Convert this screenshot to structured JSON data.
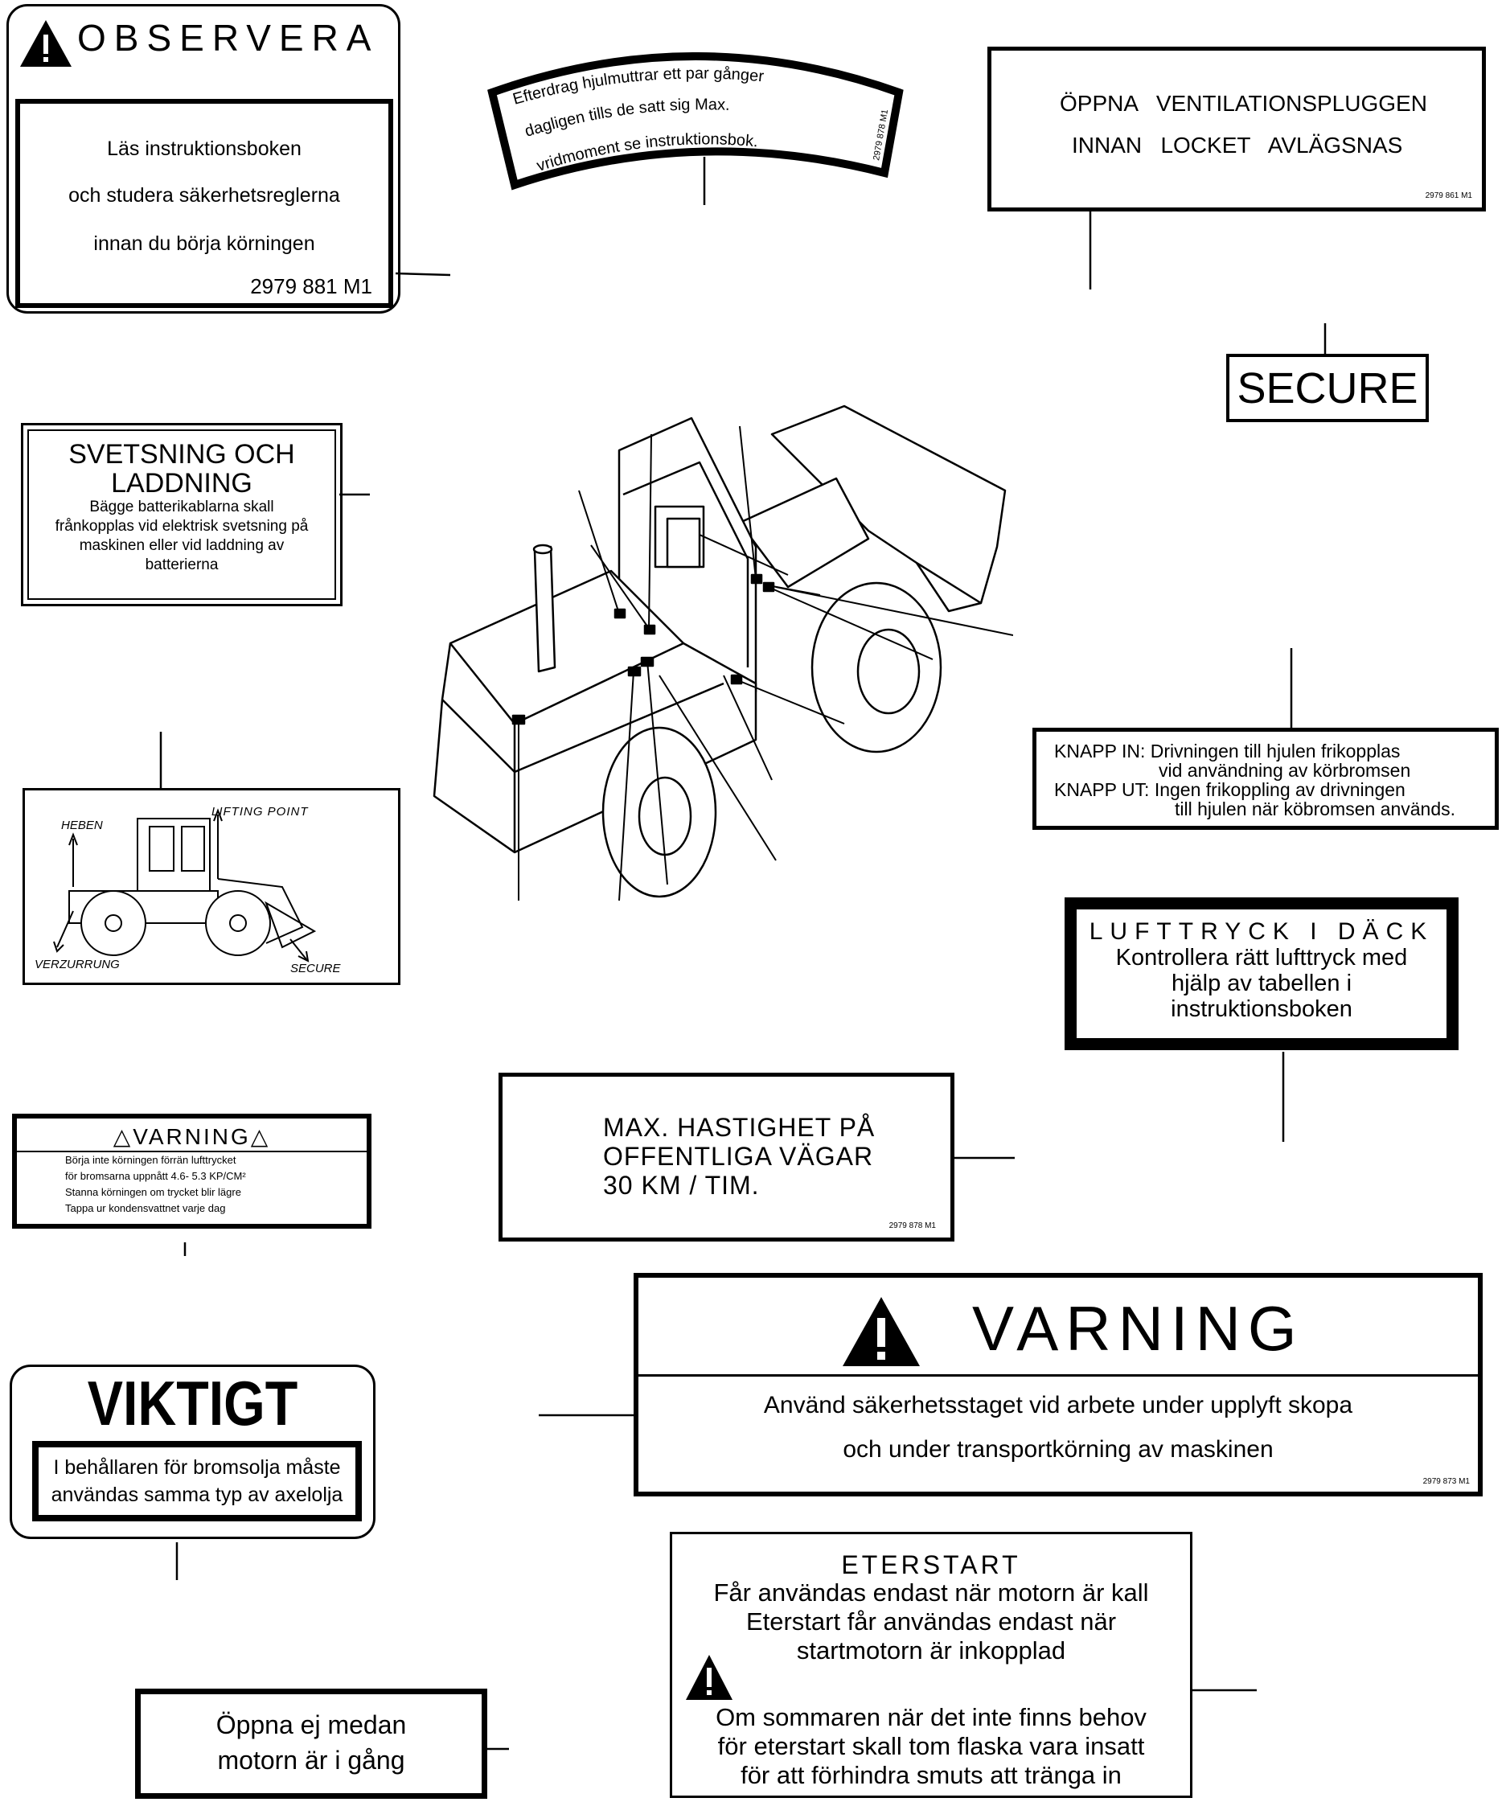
{
  "observera": {
    "title": "OBSERVERA",
    "line1": "Läs instruktionsboken",
    "line2": "och studera säkerhetsreglerna",
    "line3": "innan du börja körningen",
    "part": "2979 881 M1"
  },
  "efterdrag": {
    "line1": "Efterdrag hjulmuttrar ett par gånger",
    "line2": "dagligen tills de satt sig Max.",
    "line3": "vridmoment se instruktionsbok.",
    "part": "2979 878 M1"
  },
  "ventilation": {
    "line1": "ÖPPNA   VENTILATIONSPLUGGEN",
    "line2": "INNAN   LOCKET   AVLÄGSNAS",
    "part": "2979 861 M1"
  },
  "secure_label": {
    "text": "SECURE"
  },
  "svetsning": {
    "title1": "SVETSNING OCH",
    "title2": "LADDNING",
    "line1": "Bägge batterikablarna skall",
    "line2": "frånkopplas vid elektrisk svetsning på",
    "line3": "maskinen eller vid laddning av",
    "line4": "batterierna"
  },
  "knapp": {
    "line1": "KNAPP IN: Drivningen till hjulen frikopplas",
    "line2": "vid användning av körbromsen",
    "line3": "KNAPP UT: Ingen frikoppling av drivningen",
    "line4": "till hjulen när köbromsen används."
  },
  "lifting": {
    "heben": "HEBEN",
    "lifting_point": "LIFTING POINT",
    "verzurrung": "VERZURRUNG",
    "secure": "SECURE"
  },
  "lufttryck": {
    "title": "LUFTTRYCK I DÄCK",
    "line1": "Kontrollera rätt lufttryck med",
    "line2": "hjälp av tabellen i",
    "line3": "instruktionsboken"
  },
  "varning_small": {
    "title": "VARNING",
    "line1": "Börja inte körningen förrän lufttrycket",
    "line2": "för bromsarna uppnått 4.6- 5.3  KP/CM²",
    "line3": "Stanna körningen om trycket blir lägre",
    "line4": "Tappa ur kondensvattnet varje dag"
  },
  "hastighet": {
    "line1": "MAX. HASTIGHET PÅ",
    "line2": "OFFENTLIGA VÄGAR",
    "line3": "30 KM / TIM.",
    "part": "2979 878 M1"
  },
  "varning_big": {
    "title": "VARNING",
    "line1": "Använd säkerhetsstaget vid arbete under upplyft skopa",
    "line2": "och under transportkörning av maskinen",
    "part": "2979 873 M1"
  },
  "viktigt": {
    "title": "VIKTIGT",
    "line1": "I behållaren för bromsolja måste",
    "line2": "användas samma typ av axelolja"
  },
  "eterstart": {
    "title": "ETERSTART",
    "line1": "Får användas endast när motorn är kall",
    "line2": "Eterstart får användas endast när",
    "line3": "startmotorn är inkopplad",
    "line4": "Om sommaren när det inte finns behov",
    "line5": "för eterstart skall tom flaska vara insatt",
    "line6": "för att förhindra smuts att tränga in"
  },
  "oppna": {
    "line1": "Öppna ej medan",
    "line2": "motorn är i gång"
  }
}
